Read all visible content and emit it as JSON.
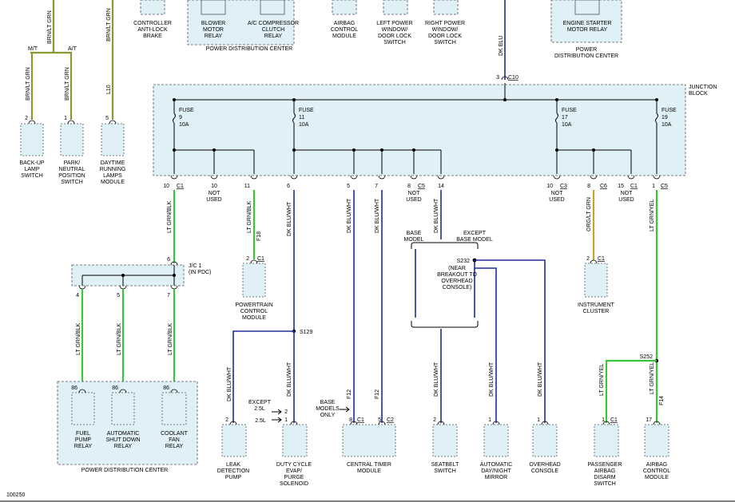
{
  "diagram_id": "100250",
  "top_modules": {
    "controller_antilock_brake": "CONTROLLER\nANTI-LOCK\nBRAKE",
    "blower_motor_relay": "BLOWER\nMOTOR\nRELAY",
    "ac_compressor_clutch_relay": "A/C COMPRESSOR\nCLUTCH\nRELAY",
    "power_distribution_center_top": "POWER DISTRIBUTION CENTER",
    "airbag_control_module_top": "AIRBAG\nCONTROL\nMODULE",
    "left_power_window": "LEFT POWER\nWINDOW/\nDOOR LOCK\nSWITCH",
    "right_power_window": "RIGHT POWER\nWINDOW/\nDOOR LOCK\nSWITCH",
    "engine_starter_motor_relay": "ENGINE STARTER\nMOTOR RELAY",
    "power_distribution_center_right": "POWER\nDISTRIBUTION CENTER"
  },
  "top_wires": {
    "brn_lt_grn_top": "BRN/LT GRN",
    "brn_lt_grn_top2": "BRN/LT GRN",
    "dk_blu_top": "DK BLU",
    "c10_pin": "3",
    "c10_label": "C10",
    "mt": "M/T",
    "at": "A/T"
  },
  "left_switches": {
    "backup_lamp": {
      "label": "BACK-UP\nLAMP\nSWITCH",
      "pin": "2",
      "wire": "BRN/LT GRN"
    },
    "park_neutral": {
      "label": "PARK/\nNEUTRAL\nPOSITION\nSWITCH",
      "pin": "1",
      "wire": "BRN/LT GRN"
    },
    "daytime_running": {
      "label": "DAYTIME\nRUNNING\nLAMPS\nMODULE",
      "pin": "5",
      "wire": "L10"
    }
  },
  "junction_block": {
    "label": "JUNCTION\nBLOCK",
    "fuses": [
      {
        "name": "FUSE",
        "num": "9",
        "amps": "10A"
      },
      {
        "name": "FUSE",
        "num": "11",
        "amps": "10A"
      },
      {
        "name": "FUSE",
        "num": "17",
        "amps": "10A"
      },
      {
        "name": "FUSE",
        "num": "19",
        "amps": "10A"
      }
    ],
    "pins": [
      {
        "pin": "10",
        "conn": "C1",
        "note": ""
      },
      {
        "pin": "10",
        "conn": "",
        "note": "NOT\nUSED"
      },
      {
        "pin": "11",
        "conn": "",
        "note": ""
      },
      {
        "pin": "6",
        "conn": "",
        "note": ""
      },
      {
        "pin": "5",
        "conn": "",
        "note": ""
      },
      {
        "pin": "7",
        "conn": "",
        "note": ""
      },
      {
        "pin": "8",
        "conn": "C5",
        "note": "NOT\nUSED"
      },
      {
        "pin": "14",
        "conn": "",
        "note": ""
      },
      {
        "pin": "10",
        "conn": "C3",
        "note": "NOT\nUSED"
      },
      {
        "pin": "8",
        "conn": "C6",
        "note": ""
      },
      {
        "pin": "15",
        "conn": "C1",
        "note": "NOT\nUSED"
      },
      {
        "pin": "1",
        "conn": "C5",
        "note": ""
      }
    ]
  },
  "wires": {
    "lt_grn_blk_1": "LT GRN/BLK",
    "lt_grn_blk_2": "LT GRN/BLK",
    "f18": "F18",
    "dk_blu_wht_1": "DK BLU/WHT",
    "dk_blu_wht_2": "DK BLU/WHT",
    "dk_blu_wht_3": "DK BLU/WHT",
    "dk_blu_wht_4": "DK BLU/WHT",
    "dk_blu_wht_5": "DK BLU/WHT",
    "dk_blu_wht_6": "DK BLU/WHT",
    "dk_blu_wht_7": "DK BLU/WHT",
    "dk_blu_wht_8": "DK BLU/WHT",
    "org_lt_grn": "ORG/LT GRN",
    "lt_grn_yel_1": "LT GRN/YEL",
    "lt_grn_yel_2": "LT GRN/YEL",
    "lt_grn_yel_3": "LT GRN/YEL",
    "f12_1": "F12",
    "f12_2": "F12",
    "f14": "F14",
    "lt_grn_blk_r1": "LT GRN/BLK",
    "lt_grn_blk_r2": "LT GRN/BLK",
    "lt_grn_blk_r3": "LT GRN/BLK"
  },
  "splices": {
    "s129": "S129",
    "s232": "S232",
    "s232_note": "(NEAR\nBREAKOUT TO\nOVERHEAD\nCONSOLE)",
    "s252": "S252",
    "base_model": "BASE\nMODEL",
    "except_base_model": "EXCEPT\nBASE MODEL",
    "jc1": "J/C 1\n(IN PDC)",
    "jc1_pin": "6",
    "except_25l": "EXCEPT\n2.5L",
    "l25": "2.5L",
    "base_models_only": "BASE\nMODELS\nONLY"
  },
  "components": {
    "powertrain_control_module": {
      "label": "POWERTRAIN\nCONTROL\nMODULE",
      "pin": "2",
      "conn": "C1"
    },
    "instrument_cluster": {
      "label": "INSTRUMENT\nCLUSTER",
      "pin": "2",
      "conn": "C1"
    },
    "fuel_pump_relay": {
      "label": "FUEL\nPUMP\nRELAY",
      "pin": "86"
    },
    "auto_shutdown_relay": {
      "label": "AUTOMATIC\nSHUT DOWN\nRELAY",
      "pin": "86"
    },
    "coolant_fan_relay": {
      "label": "COOLANT\nFAN\nRELAY",
      "pin": "86"
    },
    "pdc_bottom": "POWER DISTRIBUTION CENTER",
    "leak_detection_pump": {
      "label": "LEAK\nDETECTION\nPUMP",
      "pin": "2"
    },
    "duty_cycle_evap": {
      "label": "DUTY CYCLE\nEVAP/\nPURGE\nSOLENOID",
      "pin1": "2",
      "pin2": "1"
    },
    "central_timer_module": {
      "label": "CENTRAL TIMER\nMODULE",
      "pin1": "8",
      "conn1": "C1",
      "pin2": "5",
      "conn2": "C2"
    },
    "seatbelt_switch": {
      "label": "SEATBELT\nSWITCH",
      "pin": "2"
    },
    "auto_day_night_mirror": {
      "label": "AUTOMATIC\nDAY/NIGHT\nMIRROR",
      "pin": "1"
    },
    "overhead_console": {
      "label": "OVERHEAD\nCONSOLE",
      "pin": "1"
    },
    "passenger_airbag_disarm": {
      "label": "PASSENGER\nAIRBAG\nDISARM\nSWITCH",
      "pin": "1",
      "conn": "C1"
    },
    "airbag_control_module": {
      "label": "AIRBAG\nCONTROL\nMODULE",
      "pin": "17"
    }
  },
  "jc_pins": [
    "4",
    "5",
    "7"
  ]
}
